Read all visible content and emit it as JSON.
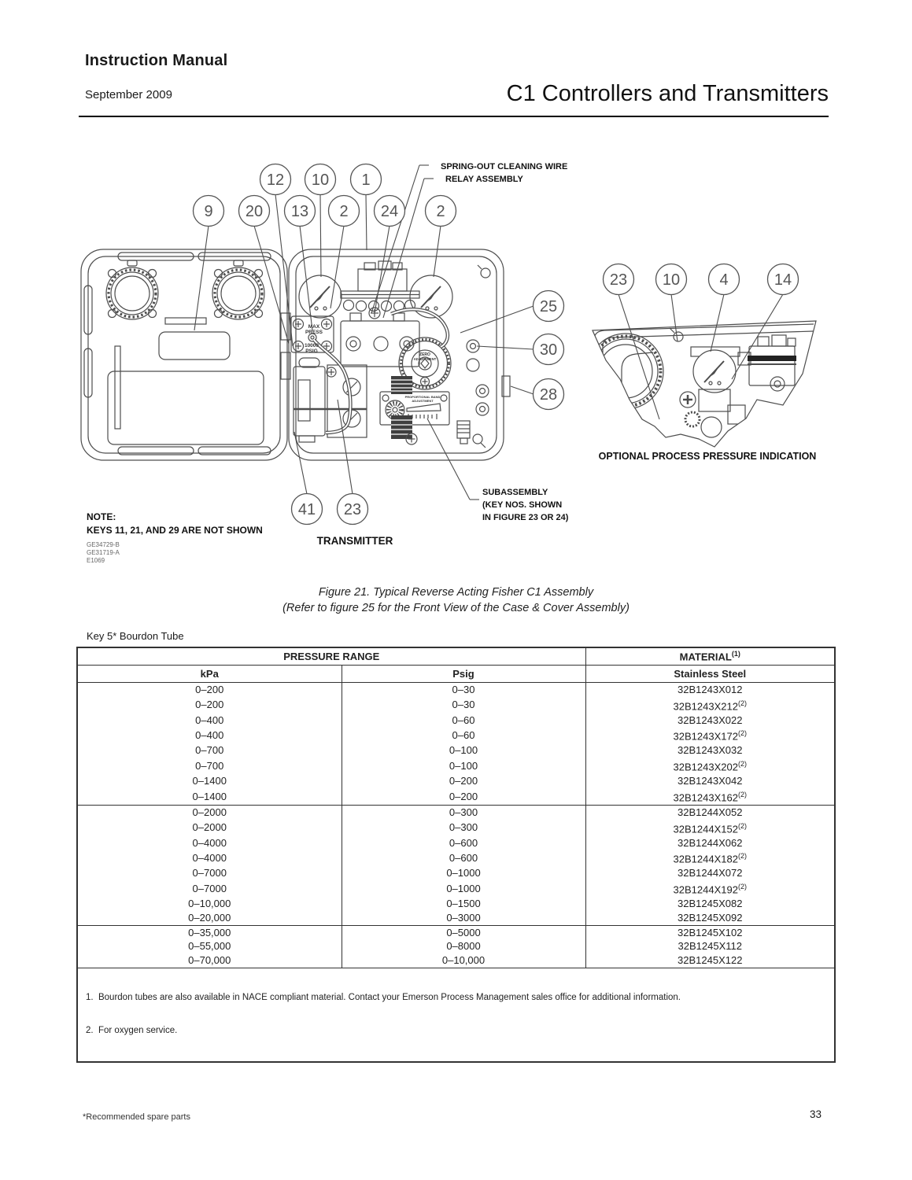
{
  "header": {
    "manual_title": "Instruction Manual",
    "date": "September 2009",
    "product_title": "C1 Controllers and Transmitters"
  },
  "diagram": {
    "callouts": [
      "12",
      "10",
      "1",
      "9",
      "20",
      "13",
      "2",
      "24",
      "2",
      "25",
      "30",
      "28",
      "41",
      "23",
      "23",
      "10",
      "4",
      "14"
    ],
    "labels": {
      "spring_wire": "SPRING-OUT CLEANING WIRE",
      "relay": "RELAY ASSEMBLY",
      "optional": "OPTIONAL PROCESS PRESSURE INDICATION",
      "sub1": "SUBASSEMBLY",
      "sub2": "(KEY NOS. SHOWN",
      "sub3": "IN FIGURE 23 OR 24)",
      "transmitter": "TRANSMITTER",
      "note_title": "NOTE:",
      "note_body": "KEYS 11, 21, AND 29 ARE NOT SHOWN",
      "doc1": "GE34729-B",
      "doc2": "GE31719-A",
      "doc3": "E1069",
      "max1": "MAX",
      "max2": "PRESS",
      "max3": "10000",
      "max4": "PSIG",
      "zero1": "ZERO",
      "zero2": "ADJUSTMENT",
      "prop1": "PROPORTIONAL BAND",
      "prop2": "ADJUSTMENT"
    }
  },
  "caption": {
    "line1": "Figure 21. Typical Reverse Acting Fisher C1 Assembly",
    "line2": "(Refer to figure 25 for the Front View of the Case & Cover Assembly)"
  },
  "table": {
    "key_label": "Key 5* Bourdon Tube",
    "header": {
      "pressure_range": "PRESSURE RANGE",
      "material": "MATERIAL",
      "material_sup": "(1)",
      "kpa": "kPa",
      "psig": "Psig",
      "steel": "Stainless Steel"
    },
    "groups": [
      {
        "rows": [
          {
            "kpa": "0–200",
            "psig": "0–30",
            "material": "32B1243X012"
          },
          {
            "kpa": "0–200",
            "psig": "0–30",
            "material": "32B1243X212",
            "sup": "(2)"
          },
          {
            "kpa": "0–400",
            "psig": "0–60",
            "material": "32B1243X022"
          },
          {
            "kpa": "0–400",
            "psig": "0–60",
            "material": "32B1243X172",
            "sup": "(2)"
          },
          {
            "kpa": "0–700",
            "psig": "0–100",
            "material": "32B1243X032"
          },
          {
            "kpa": "0–700",
            "psig": "0–100",
            "material": "32B1243X202",
            "sup": "(2)"
          },
          {
            "kpa": "0–1400",
            "psig": "0–200",
            "material": "32B1243X042"
          },
          {
            "kpa": "0–1400",
            "psig": "0–200",
            "material": "32B1243X162",
            "sup": "(2)"
          }
        ]
      },
      {
        "rows": [
          {
            "kpa": "0–2000",
            "psig": "0–300",
            "material": "32B1244X052"
          },
          {
            "kpa": "0–2000",
            "psig": "0–300",
            "material": "32B1244X152",
            "sup": "(2)"
          },
          {
            "kpa": "0–4000",
            "psig": "0–600",
            "material": "32B1244X062"
          },
          {
            "kpa": "0–4000",
            "psig": "0–600",
            "material": "32B1244X182",
            "sup": "(2)"
          },
          {
            "kpa": "0–7000",
            "psig": "0–1000",
            "material": "32B1244X072"
          },
          {
            "kpa": "0–7000",
            "psig": "0–1000",
            "material": "32B1244X192",
            "sup": "(2)"
          },
          {
            "kpa": "0–10,000",
            "psig": "0–1500",
            "material": "32B1245X082"
          },
          {
            "kpa": "0–20,000",
            "psig": "0–3000",
            "material": "32B1245X092"
          }
        ]
      },
      {
        "rows": [
          {
            "kpa": "0–35,000",
            "psig": "0–5000",
            "material": "32B1245X102"
          },
          {
            "kpa": "0–55,000",
            "psig": "0–8000",
            "material": "32B1245X112"
          },
          {
            "kpa": "0–70,000",
            "psig": "0–10,000",
            "material": "32B1245X122"
          }
        ]
      }
    ],
    "footnotes": [
      "1.  Bourdon tubes are also available in NACE compliant material. Contact your Emerson Process Management sales office for additional information.",
      "2.  For oxygen service."
    ]
  },
  "footer": {
    "note": "*Recommended spare parts",
    "page": "33"
  }
}
